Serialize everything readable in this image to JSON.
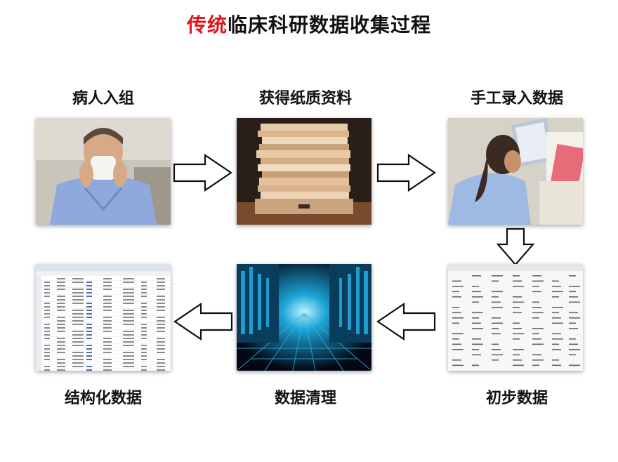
{
  "title": {
    "highlight": "传统",
    "rest": "临床科研数据收集过程",
    "highlight_color": "#e0141e"
  },
  "steps": [
    {
      "label": "病人入组",
      "image": "sneezing-patient-photo"
    },
    {
      "label": "获得纸质资料",
      "image": "paper-files-stack-photo"
    },
    {
      "label": "手工录入数据",
      "image": "office-worker-at-desk-photo"
    },
    {
      "label": "初步数据",
      "image": "raw-data-printout-photo"
    },
    {
      "label": "数据清理",
      "image": "digital-data-tunnel-photo"
    },
    {
      "label": "结构化数据",
      "image": "spreadsheet-screenshot"
    }
  ],
  "arrows": [
    {
      "from": "病人入组",
      "to": "获得纸质资料",
      "direction": "right"
    },
    {
      "from": "获得纸质资料",
      "to": "手工录入数据",
      "direction": "right"
    },
    {
      "from": "手工录入数据",
      "to": "初步数据",
      "direction": "down"
    },
    {
      "from": "初步数据",
      "to": "数据清理",
      "direction": "left"
    },
    {
      "from": "数据清理",
      "to": "结构化数据",
      "direction": "left"
    }
  ]
}
